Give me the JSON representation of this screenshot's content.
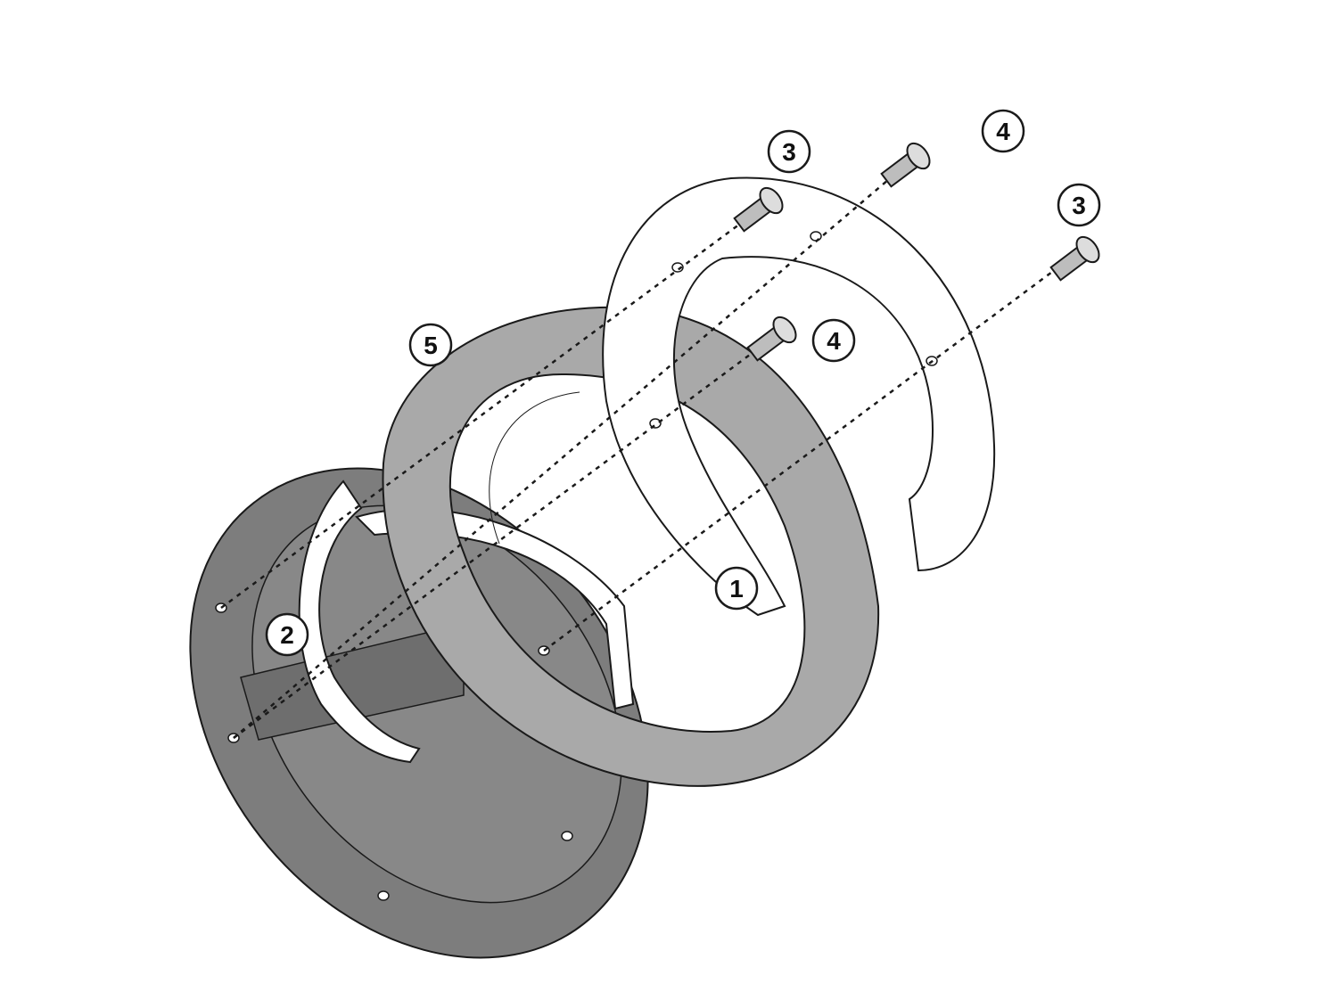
{
  "diagram": {
    "type": "exploded-parts-view",
    "colors": {
      "dark_part": "#7d7d7d",
      "mid_part": "#a9a9a9",
      "light_part": "#ffffff",
      "outline": "#1a1a1a"
    },
    "callouts": [
      {
        "id": "c3a",
        "label": "3"
      },
      {
        "id": "c4a",
        "label": "4"
      },
      {
        "id": "c3b",
        "label": "3"
      },
      {
        "id": "c4b",
        "label": "4"
      },
      {
        "id": "c5",
        "label": "5"
      },
      {
        "id": "c1",
        "label": "1"
      },
      {
        "id": "c2",
        "label": "2"
      }
    ]
  }
}
